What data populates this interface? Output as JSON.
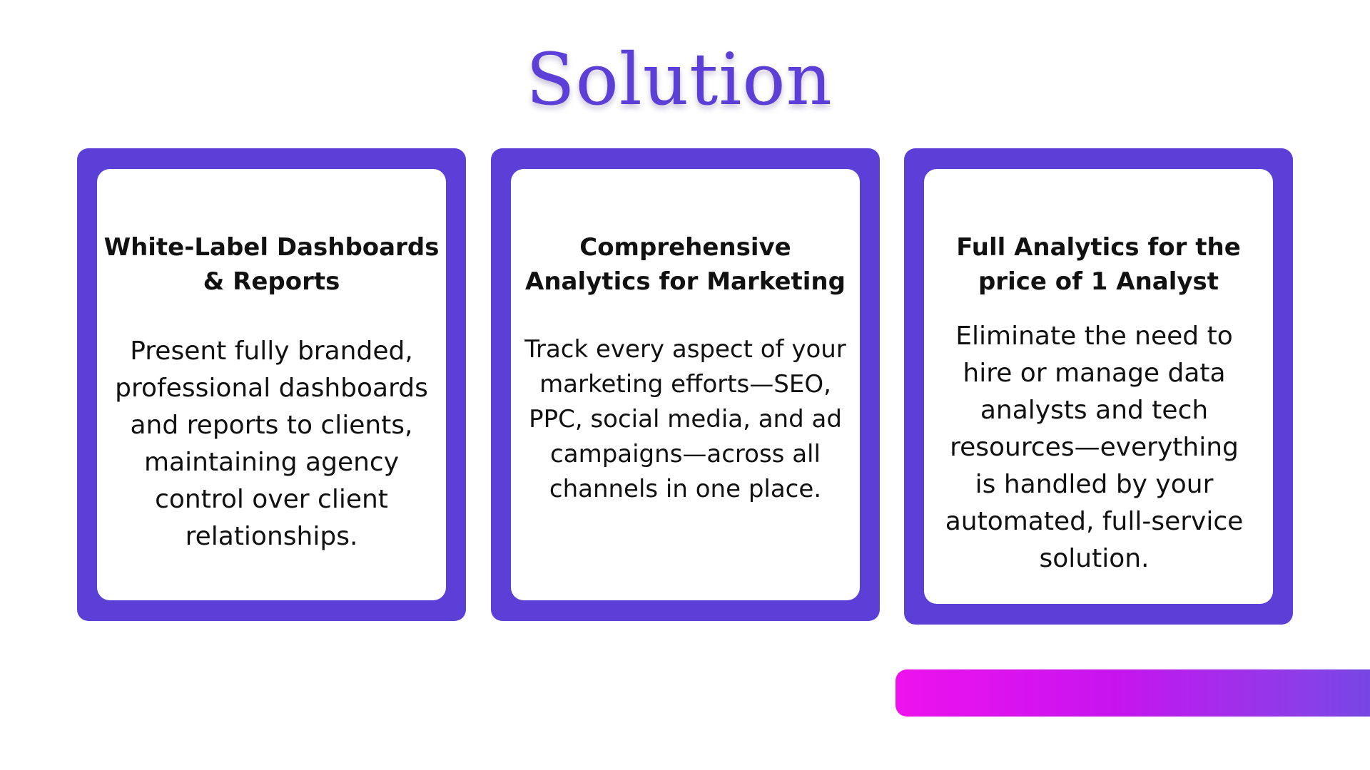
{
  "slide": {
    "title": "Solution",
    "colors": {
      "accent": "#5b3fd6",
      "title": "#5b3fd6",
      "bar_start": "#ee12ee",
      "bar_end": "#7447e3"
    },
    "cards": [
      {
        "title": "White-Label Dashboards & Reports",
        "body": "Present fully branded, professional dashboards and reports to clients, maintaining agency control over client relationships."
      },
      {
        "title": "Comprehensive Analytics for Marketing",
        "body": "Track every aspect of your marketing efforts—SEO, PPC, social media, and ad campaigns—across all channels in one place."
      },
      {
        "title": "Full Analytics for the price of 1 Analyst",
        "body": "Eliminate the need to hire or manage data analysts and tech resources—everything is handled by your automated, full-service solution."
      }
    ]
  }
}
